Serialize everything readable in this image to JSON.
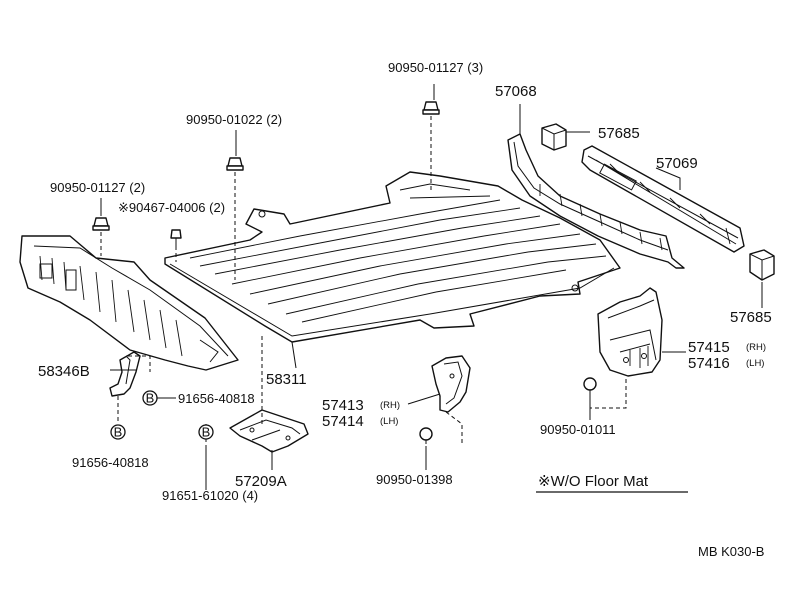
{
  "labels": {
    "p58311": "58311",
    "p90950_01127_top": "90950-01127 (3)",
    "p90950_01022": "90950-01022 (2)",
    "p90950_01127_left": "90950-01127 (2)",
    "p90467": "※90467-04006 (2)",
    "p58346B": "58346B",
    "p91656_a": "91656-40818",
    "p91656_b": "91656-40818",
    "p57209A": "57209A",
    "p91651": "91651-61020 (4)",
    "p57413": "57413",
    "p57414": "57414",
    "p57413_side": "(RH)",
    "p57414_side": "(LH)",
    "p90950_01398": "90950-01398",
    "p57068": "57068",
    "p57685_top": "57685",
    "p57069": "57069",
    "p57685_bottom": "57685",
    "p57415": "57415",
    "p57416": "57416",
    "p57415_side": "(RH)",
    "p57416_side": "(LH)",
    "p90950_01011": "90950-01011"
  },
  "note": "※W/O Floor Mat",
  "code": "MB  K030-B",
  "b_marker": "B"
}
